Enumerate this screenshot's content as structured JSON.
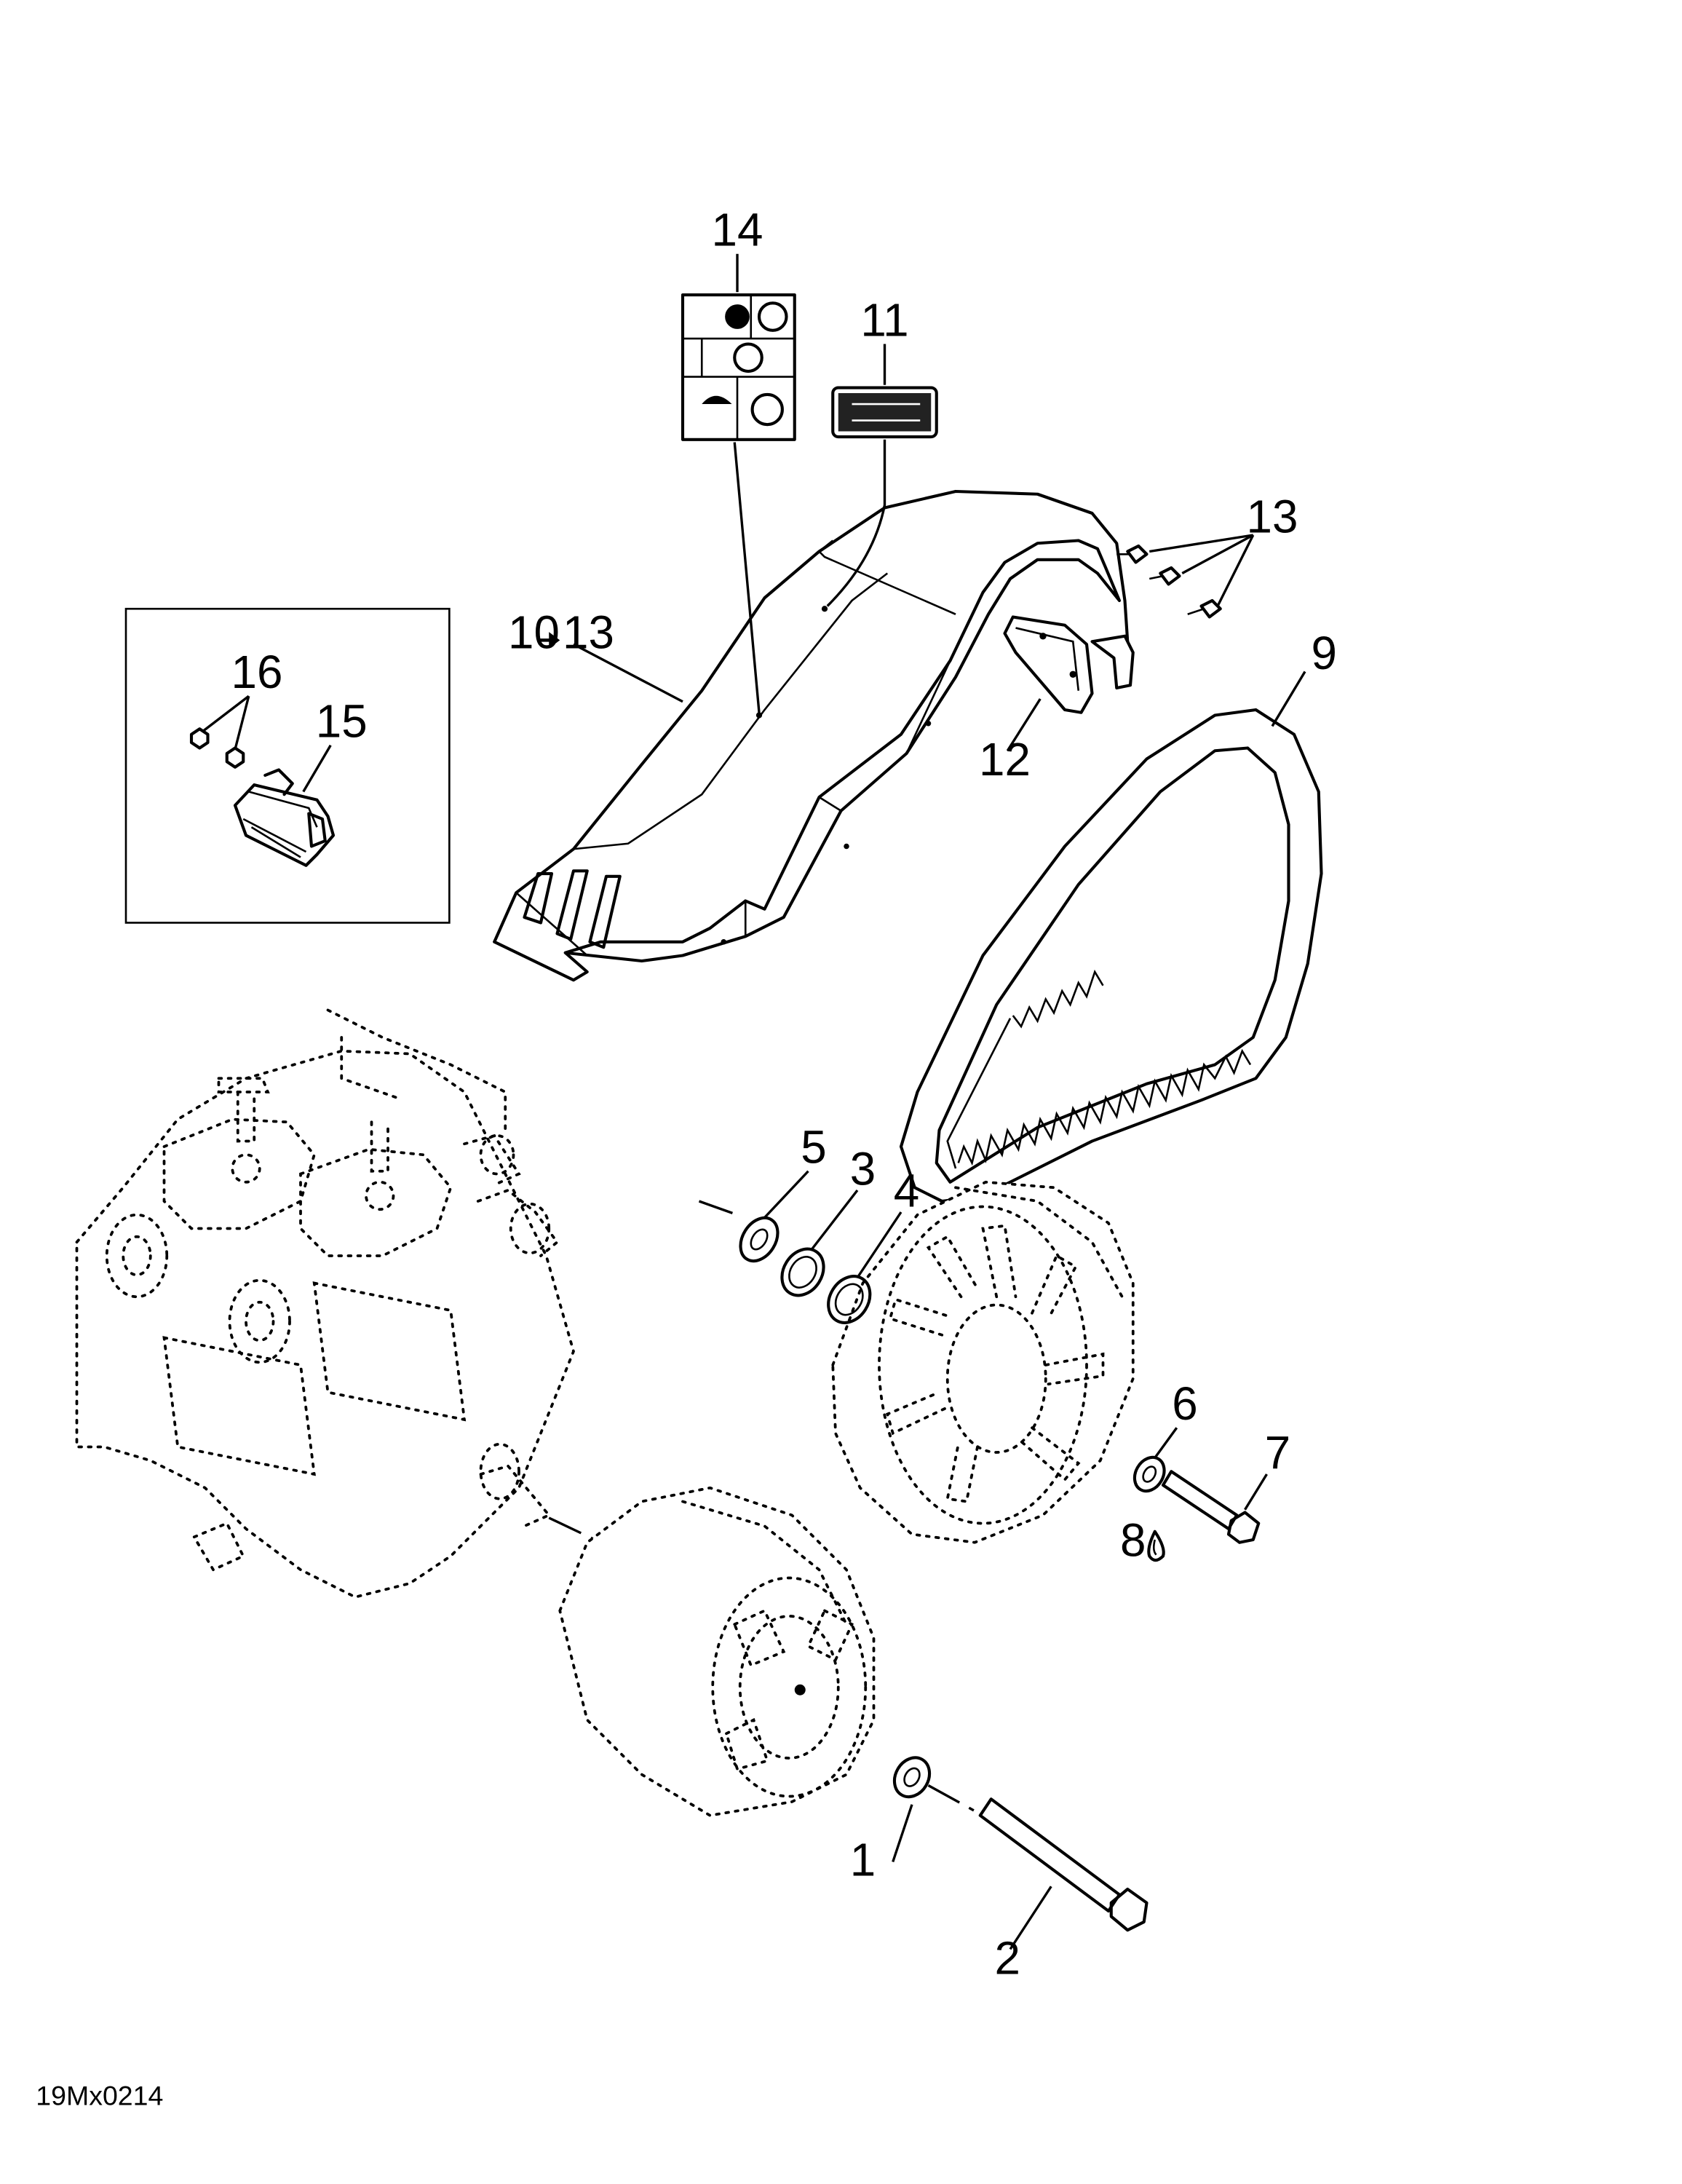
{
  "figure_code": "19Mx0214",
  "callouts": {
    "c1": "1",
    "c2": "2",
    "c3": "3",
    "c4": "4",
    "c5": "5",
    "c6": "6",
    "c7": "7",
    "c8": "8",
    "c9": "9",
    "c10": "10",
    "c11": "11",
    "c12": "12",
    "c13": "13",
    "c14": "14",
    "c15": "15",
    "c16": "16"
  },
  "range_label": {
    "from": "10",
    "to": "13"
  },
  "colors": {
    "line": "#000000",
    "background": "#ffffff"
  },
  "icons": {
    "range_arrow": "right-arrow-icon",
    "lubricant": "oil-drop-icon"
  }
}
